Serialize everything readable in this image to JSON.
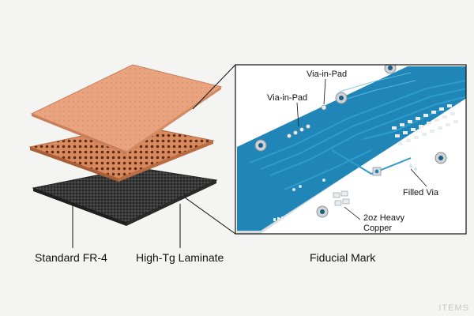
{
  "labels": {
    "standard": "Standard FR-4",
    "hightg": "High-Tg Laminate",
    "fiducial": "Fiducial Mark"
  },
  "callouts": {
    "via_in_pad_top": "Via-in-Pad",
    "via_in_pad_left": "Via-in-Pad",
    "filled_via": "Filled Via",
    "copper_line1": "2oz Heavy",
    "copper_line2": "Copper"
  },
  "watermark": "ITEMS",
  "colors": {
    "copper": "#e9a47f",
    "copper_dark": "#c97f59",
    "carbon": "#3a3a3a",
    "pcb_blue": "#1f86b7",
    "pcb_trace": "#2f9ccc",
    "pad_silver": "#cfd3d6"
  }
}
